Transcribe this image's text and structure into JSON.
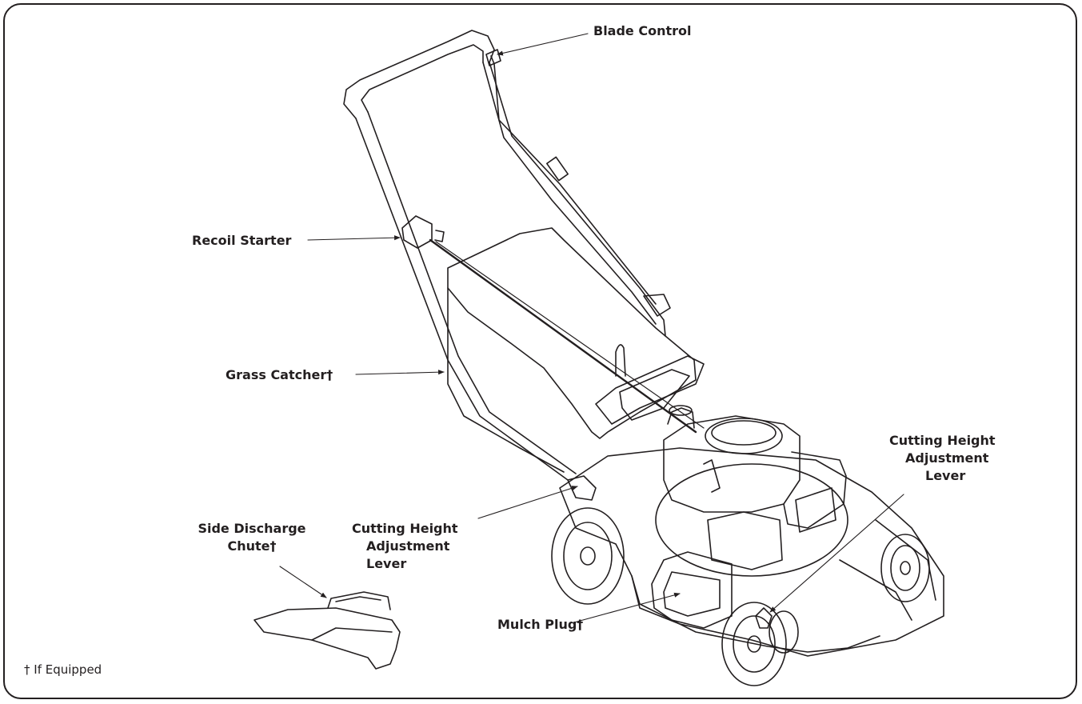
{
  "labels": {
    "blade_control": "Blade Control",
    "recoil_starter": "Recoil Starter",
    "grass_catcher": "Grass Catcher†",
    "side_discharge_line1": "Side Discharge",
    "side_discharge_line2": "Chute†",
    "cutting_height_left_line1": "Cutting Height",
    "cutting_height_left_line2": "Adjustment",
    "cutting_height_left_line3": "Lever",
    "cutting_height_right_line1": "Cutting Height",
    "cutting_height_right_line2": "Adjustment",
    "cutting_height_right_line3": "Lever",
    "mulch_plug": "Mulch Plug†"
  },
  "footnote": "† If Equipped",
  "colors": {
    "ink": "#231f20",
    "background": "#ffffff"
  }
}
